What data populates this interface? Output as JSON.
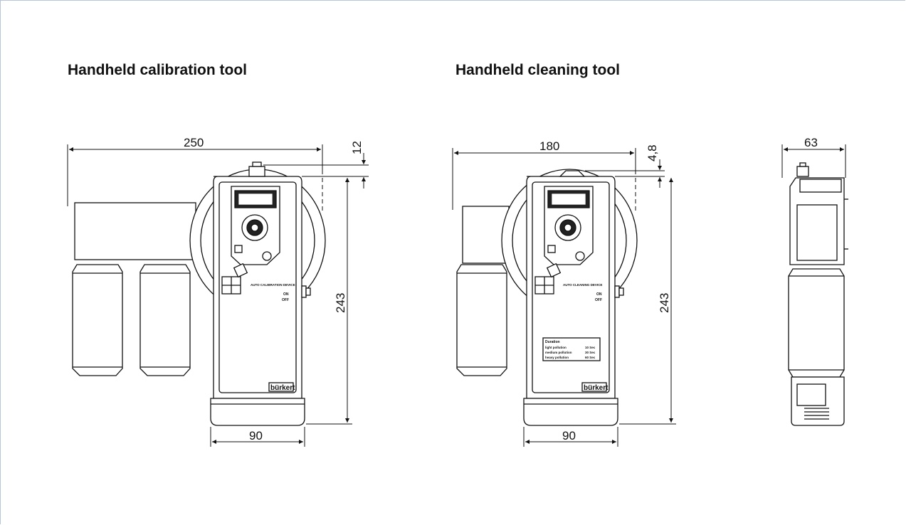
{
  "titles": {
    "calibration": "Handheld calibration tool",
    "cleaning": "Handheld cleaning tool"
  },
  "calibration_tool": {
    "dims": {
      "width_overall": "250",
      "connector_height": "12",
      "height": "243",
      "body_width": "90"
    },
    "panel_label": "AUTO CALIBRATION DEVICE",
    "switch_on": "ON",
    "switch_off": "OFF",
    "brand": "bürkert"
  },
  "cleaning_tool": {
    "dims": {
      "width_overall": "180",
      "connector_height": "4,8",
      "height": "243",
      "body_width": "90"
    },
    "panel_label": "AUTO CLEANING DEVICE",
    "switch_on": "ON",
    "switch_off": "OFF",
    "brand": "bürkert",
    "duration_table": {
      "title": "Duration",
      "rows": [
        {
          "label": "light pollution",
          "value": "10 Sec"
        },
        {
          "label": "medium pollution",
          "value": "30 Sec"
        },
        {
          "label": "heavy pollution",
          "value": "60 Sec"
        }
      ]
    }
  },
  "side_view": {
    "dims": {
      "depth": "63"
    }
  }
}
